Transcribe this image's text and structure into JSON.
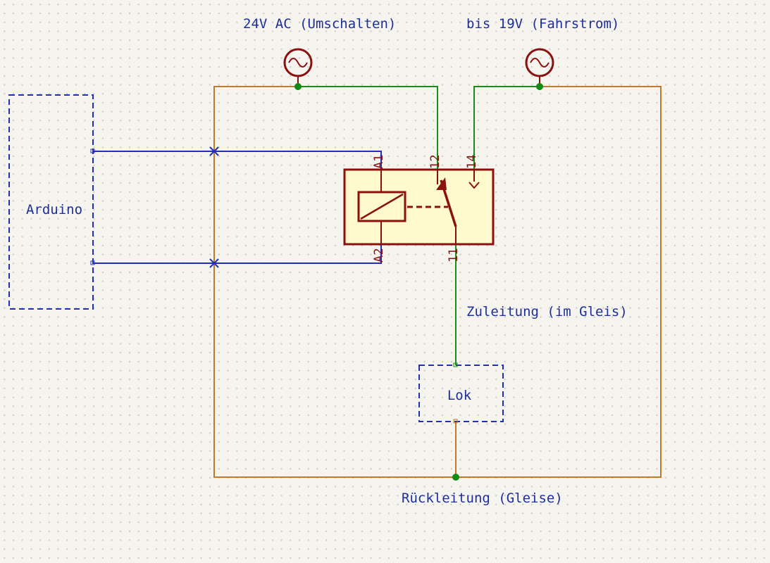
{
  "labels": {
    "supply_left": "24V AC (Umschalten)",
    "supply_right": "bis 19V (Fahrstrom)",
    "feed": "Zuleitung (im Gleis)",
    "return": "Rückleitung (Gleise)"
  },
  "blocks": {
    "arduino": "Arduino",
    "loco": "Lok"
  },
  "relay_pins": {
    "a1": "A1",
    "a2": "A2",
    "p12": "12",
    "p14": "14",
    "p11": "11"
  },
  "colors": {
    "orange_wire": "#c07a2c",
    "green_wire": "#1a8e1a",
    "blue_wire": "#1f2fb8",
    "symbol_red": "#8b1010",
    "relay_fill": "#fffacd",
    "junction": "#138a13"
  },
  "icons": {
    "ac_source": "ac-source-icon",
    "no_connect": "no-connect-cross-icon",
    "relay": "relay-coil-icon"
  }
}
